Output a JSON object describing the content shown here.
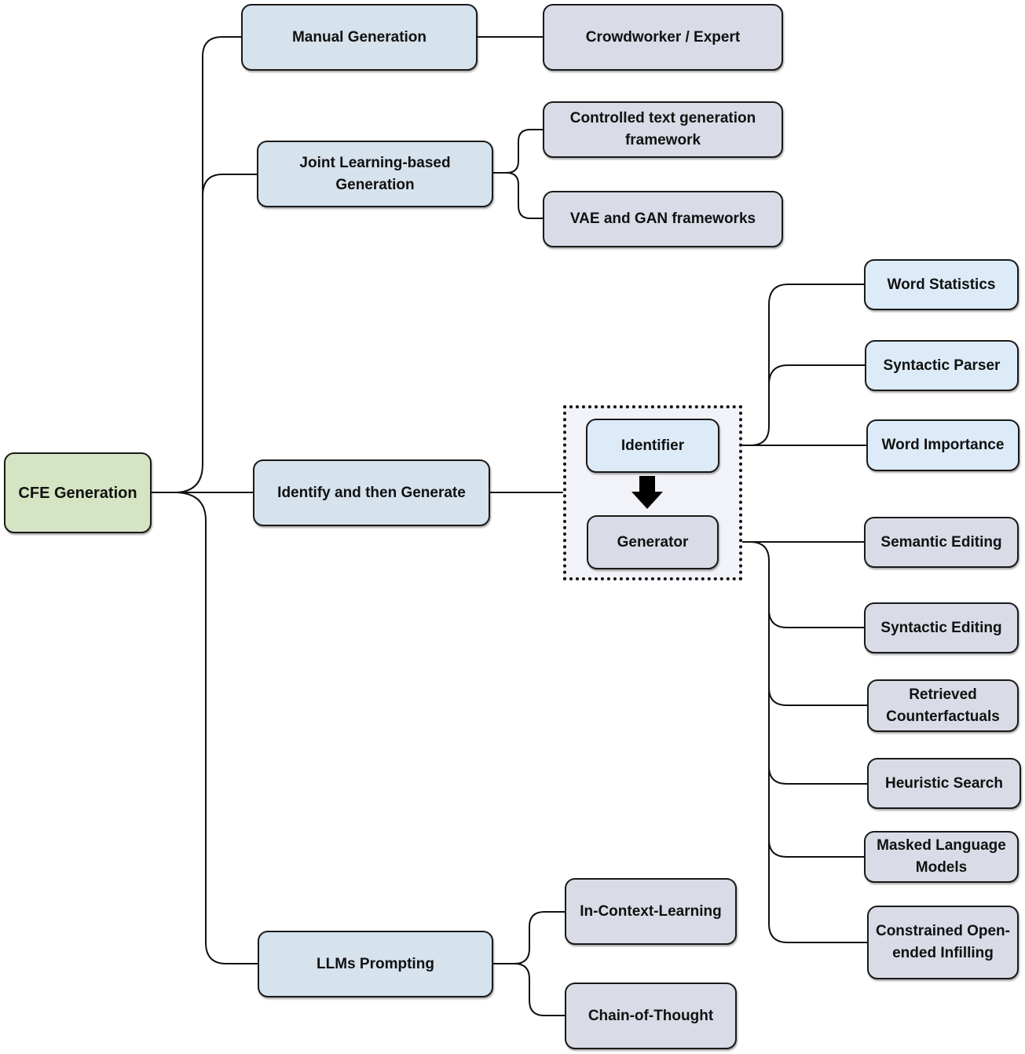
{
  "root": {
    "label": "CFE Generation"
  },
  "branches": {
    "manual": {
      "label": "Manual Generation"
    },
    "joint": {
      "label": "Joint Learning-based Generation"
    },
    "identify": {
      "label": "Identify and then Generate"
    },
    "llm": {
      "label": "LLMs Prompting"
    }
  },
  "manual_children": {
    "crowd": "Crowdworker / Expert"
  },
  "joint_children": {
    "controlled": "Controlled text generation framework",
    "vae": "VAE and GAN frameworks"
  },
  "pipeline": {
    "identifier": "Identifier",
    "generator": "Generator"
  },
  "identifier_children": {
    "word_stats": "Word Statistics",
    "syntactic_parser": "Syntactic Parser",
    "word_importance": "Word Importance"
  },
  "generator_children": {
    "semantic_editing": "Semantic Editing",
    "syntactic_editing": "Syntactic Editing",
    "retrieved": "Retrieved Counterfactuals",
    "heuristic": "Heuristic Search",
    "masked_lm": "Masked Language Models",
    "constrained": "Constrained Open-ended Infilling"
  },
  "llm_children": {
    "icl": "In-Context-Learning",
    "cot": "Chain-of-Thought"
  },
  "colors": {
    "root_fill": "#d5e4c3",
    "branch_fill": "#d6e2ec",
    "leaf_fill": "#d9dce6",
    "identifier_fill": "#dcebf7",
    "stroke": "#1a1a1a"
  }
}
